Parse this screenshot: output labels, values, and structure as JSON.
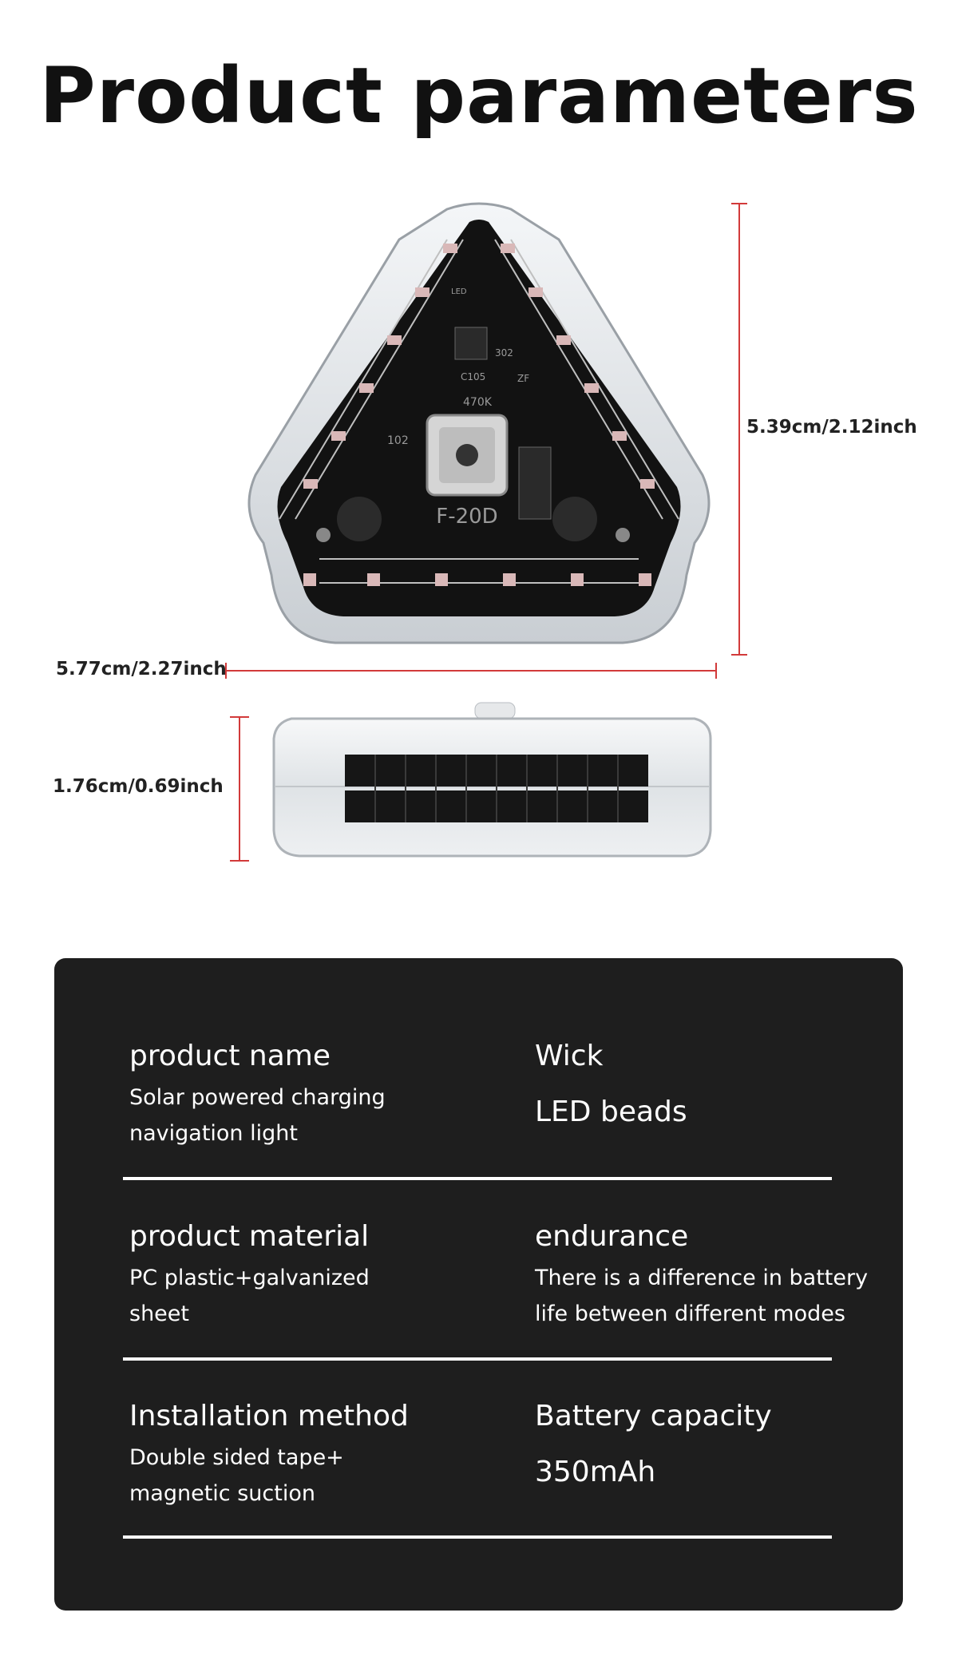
{
  "title": "Product parameters",
  "product": {
    "chip_label": "F-20D",
    "pcb_labels": [
      "470K",
      "102",
      "C105",
      "302",
      "ZF",
      "LED"
    ],
    "dimensions": {
      "height": "5.39cm/2.12inch",
      "width": "5.77cm/2.27inch",
      "thickness": "1.76cm/0.69inch"
    }
  },
  "colors": {
    "panel_bg": "#1e1e1e",
    "dimension_line": "#d23a3a",
    "text_light": "#ffffff"
  },
  "params": [
    {
      "left_heading": "product name",
      "left_body": "Solar powered charging\nnavigation light",
      "right_heading": "Wick",
      "right_value": "LED beads",
      "right_type": "value"
    },
    {
      "left_heading": "product material",
      "left_body": "PC plastic+galvanized\n sheet",
      "right_heading": "endurance",
      "right_value": "There is a difference in battery\n life between different modes",
      "right_type": "body"
    },
    {
      "left_heading": "Installation method",
      "left_body": "Double sided tape+\nmagnetic suction",
      "right_heading": "Battery capacity",
      "right_value": "350mAh",
      "right_type": "value"
    }
  ]
}
